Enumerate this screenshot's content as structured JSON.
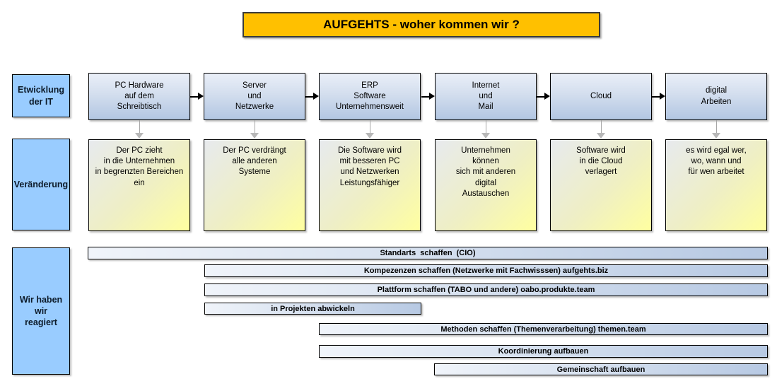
{
  "title": "AUFGEHTS - woher kommen wir ?",
  "colors": {
    "title_bg": "#ffc000",
    "row_label_bg": "#99ccff",
    "stage_box_gradient_top": "#eaeff8",
    "stage_box_gradient_bottom": "#b2c6e2",
    "change_box_gradient_start": "#e7eaee",
    "change_box_gradient_end": "#ffffa0",
    "bar_gradient_start": "#f0f4fa",
    "bar_gradient_end": "#b7c9e3",
    "flow_arrow": "#000000",
    "down_connector": "#a6a6a6"
  },
  "icons": {
    "flow_arrow": "arrow-right-icon",
    "down_connector": "arrow-down-icon"
  },
  "rows": {
    "row1_label": "Etwicklung\nder IT",
    "row2_label": "Veränderung",
    "row3_label": "Wir haben\nwir\nreagiert"
  },
  "columns": [
    {
      "stage": "PC Hardware\nauf dem\nSchreibtisch",
      "change": "Der PC zieht\nin die Unternehmen\nin begrenzten Bereichen\nein"
    },
    {
      "stage": "Server\nund\nNetzwerke",
      "change": "Der PC verdrängt\nalle anderen\nSysteme"
    },
    {
      "stage": "ERP\nSoftware\nUnternehmensweit",
      "change": "Die Software wird\nmit besseren PC\nund Netzwerken\nLeistungsfähiger"
    },
    {
      "stage": "Internet\nund\nMail",
      "change": "Unternehmen\nkönnen\nsich mit anderen\ndigital\nAustauschen"
    },
    {
      "stage": "Cloud",
      "change": "Software wird\nin die Cloud\nverlagert"
    },
    {
      "stage": "digital\nArbeiten",
      "change": "es wird egal wer,\nwo, wann und\nfür wen arbeitet"
    }
  ],
  "reactions": [
    "Standarts  schaffen  (CIO)",
    "Kompezenzen schaffen (Netzwerke mit Fachwisssen) aufgehts.biz",
    "Plattform schaffen (TABO und andere) oabo.produkte.team",
    "in Projekten abwickeln",
    "Methoden schaffen (Themenverarbeitung) themen.team",
    "Koordinierung aufbauen",
    "Gemeinschaft aufbauen"
  ]
}
